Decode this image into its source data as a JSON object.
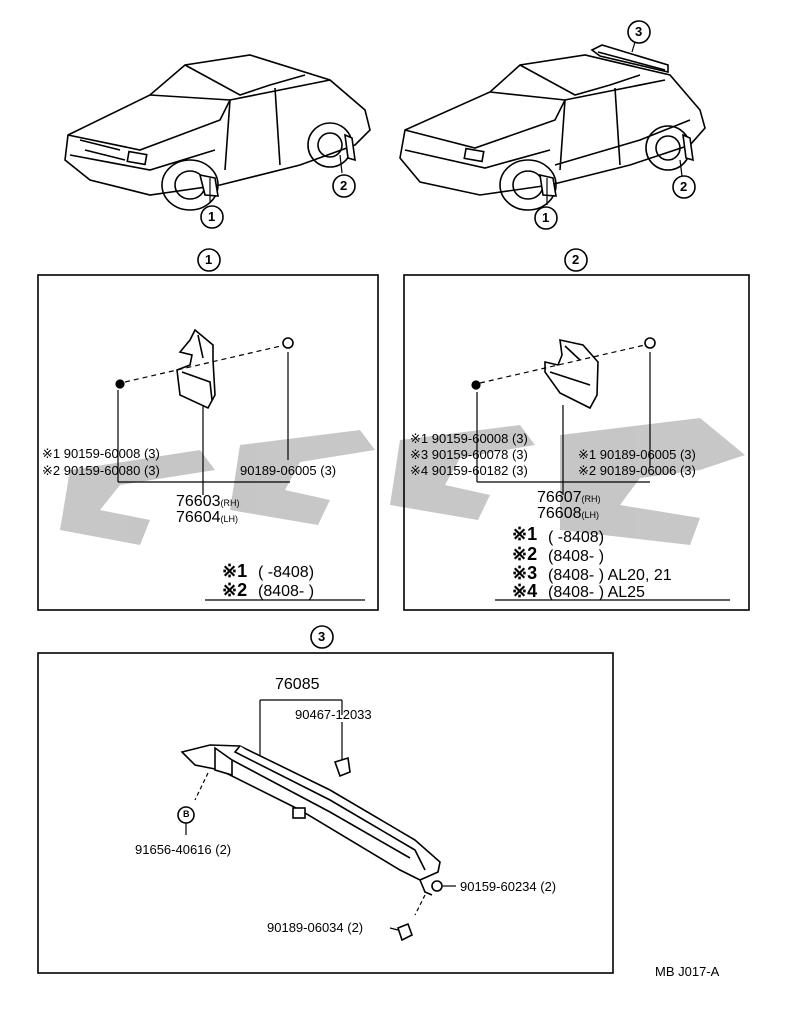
{
  "callouts": {
    "c1": "1",
    "c2": "2",
    "c3": "3",
    "b": "B"
  },
  "panel1": {
    "bolt1": "※1  90159-60008 (3)",
    "bolt2": "※2  90159-60080 (3)",
    "screw": "90189-06005 (3)",
    "part_rh": "76603",
    "rh": "(RH)",
    "part_lh": "76604",
    "lh": "(LH)",
    "note1_mark": "※1",
    "note1": "(       -8408)",
    "note2_mark": "※2",
    "note2": "(8408-        )"
  },
  "panel2": {
    "bolt1": "※1 90159-60008 (3)",
    "bolt3": "※3 90159-60078 (3)",
    "bolt4": "※4  90159-60182 (3)",
    "screw1": "※1  90189-06005 (3)",
    "screw2": "※2  90189-06006 (3)",
    "part_rh": "76607",
    "rh": "(RH)",
    "part_lh": "76608",
    "lh": "(LH)",
    "n1_mark": "※1",
    "n1": "(       -8408)",
    "n2_mark": "※2",
    "n2": "(8408-        )",
    "n3_mark": "※3",
    "n3": "(8408-        ) AL20, 21",
    "n4_mark": "※4",
    "n4": "(8408-        ) AL25"
  },
  "panel3": {
    "spoiler": "76085",
    "clip": "90467-12033",
    "bolt_b": "91656-40616 (2)",
    "screw_a": "90159-60234 (2)",
    "nut": "90189-06034 (2)"
  },
  "footer": {
    "code": "MB J017-A"
  },
  "colors": {
    "line": "#000000",
    "watermark": "#b9b9b9"
  }
}
